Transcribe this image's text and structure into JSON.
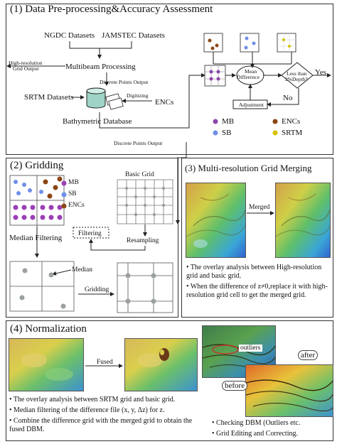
{
  "panel1": {
    "title": "(1) Data Pre-processing&Accuracy Assessment",
    "ngdc": "NGDC Datasets",
    "jamstec": "JAMSTEC Datasets",
    "highres_line1": "High-resolution",
    "highres_line2": "Grid Output",
    "multibeam": "Multibeam Processing",
    "discrete_top": "Discrete Points Output",
    "srtm": "SRTM Datasets",
    "digitizing": "Digitizing",
    "encs": "ENCs",
    "bathy_db": "Bathymetric Database",
    "discrete_bottom": "Discrete Points Output",
    "mean_diff_line1": "Mean",
    "mean_diff_line2": "Difference",
    "less_line1": "Less than",
    "less_line2": "2%Depth?",
    "yes": "Yes",
    "no": "No",
    "adjustment": "Adjustment",
    "legend": [
      {
        "label": "MB",
        "color": "#8e44ad"
      },
      {
        "label": "ENCs",
        "color": "#8b4513"
      },
      {
        "label": "SB",
        "color": "#6f8fe8"
      },
      {
        "label": "SRTM",
        "color": "#d4c400"
      }
    ]
  },
  "panel2": {
    "title": "(2) Gridding",
    "basic_grid": "Basic Grid",
    "legend": [
      {
        "label": "MB",
        "color": "#9b3fb5"
      },
      {
        "label": "SB",
        "color": "#6f8fe8"
      },
      {
        "label": "ENCs",
        "color": "#8b4513"
      }
    ],
    "median_filtering": "Median Filtering",
    "filtering": "Filtering",
    "resampling": "Resampling",
    "median": "Median",
    "gridding": "Gridding"
  },
  "panel3": {
    "title": "(3) Multi-resolution Grid Merging",
    "merged": "Merged",
    "bullets": [
      "The overlay analysis between High-resolution grid and basic grid.",
      "When the difference of z≠0,replace it with high-resolution grid cell to get the merged grid."
    ]
  },
  "panel4": {
    "title": "(4) Normalization",
    "fused": "Fused",
    "outliers": "outliers",
    "after": "after",
    "before": "before",
    "bullets_left": [
      "The overlay analysis between SRTM grid and basic grid.",
      "Median filtering of the difference file (x, y, Δz) for z.",
      "Combine the difference grid with the merged grid to obtain the fused DBM."
    ],
    "bullets_right": [
      "Checking DBM (Outliers  etc.",
      "Grid Editing and Correcting."
    ]
  }
}
